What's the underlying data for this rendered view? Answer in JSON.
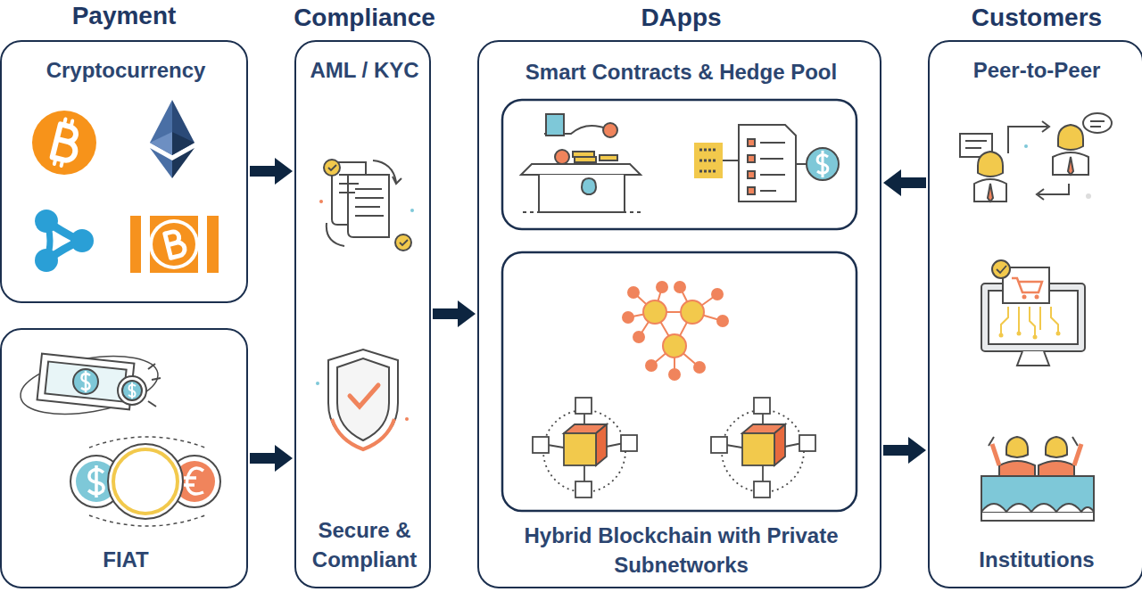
{
  "diagram": {
    "nodes": [
      {
        "text": [
          "Cryptocurrency"
        ]
      },
      {
        "text": [
          "FIAT"
        ]
      },
      {
        "text": [
          "Compliance",
          "AML / KYC",
          "Secure & Compliant"
        ]
      },
      {
        "text": [
          "DApps",
          "Smart Contracts & Hedge Pool",
          "Hybrid Blockchain with Private Subnetworks"
        ]
      },
      {
        "text": [
          "Customers",
          "Peer-to-Peer",
          "Institutions"
        ]
      }
    ],
    "edges": [
      {
        "from": 0,
        "to": 2,
        "arrow": "to"
      },
      {
        "from": 1,
        "to": 2,
        "arrow": "to"
      },
      {
        "from": 2,
        "to": 3,
        "arrow": "to"
      },
      {
        "from": 4,
        "to": 3,
        "arrow": "to"
      },
      {
        "from": 3,
        "to": 4,
        "arrow": "to"
      }
    ],
    "labels": [
      "Payment"
    ]
  }
}
